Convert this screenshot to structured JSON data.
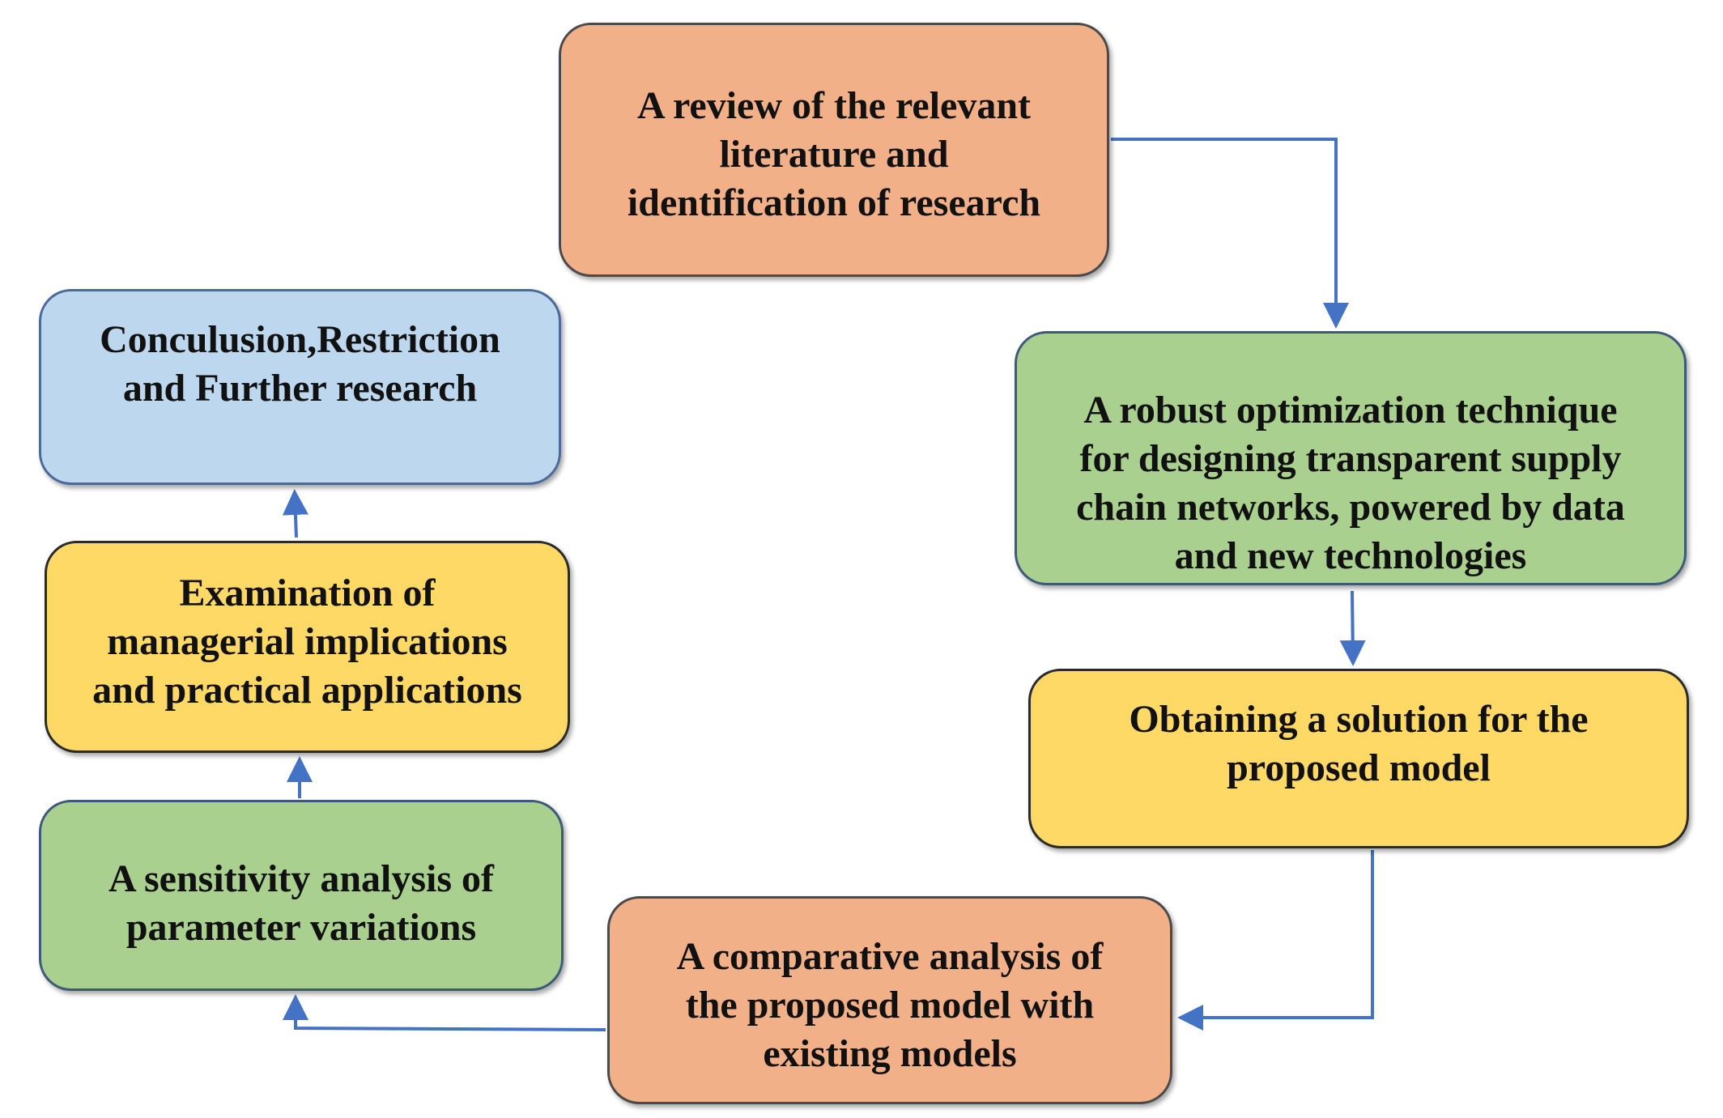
{
  "colors": {
    "orange": "#f2b088",
    "green": "#a9d08e",
    "yellow": "#ffd966",
    "blue": "#bdd7ee",
    "arrow": "#4472c4"
  },
  "steps": {
    "review": {
      "line1": "A review of the relevant",
      "line2": "literature and",
      "line3": "identification of research"
    },
    "robust": {
      "line1": "A robust optimization technique",
      "line2": "for designing transparent supply",
      "line3": "chain networks, powered by data",
      "line4": "and new technologies"
    },
    "obtain": {
      "line1": "Obtaining a solution for the",
      "line2": "proposed model"
    },
    "compare": {
      "line1": "A comparative analysis of",
      "line2": "the proposed model with",
      "line3": "existing models"
    },
    "sensitivity": {
      "line1": "A sensitivity analysis of",
      "line2": "parameter variations"
    },
    "examination": {
      "line1": "Examination of",
      "line2": "managerial implications",
      "line3": "and practical applications"
    },
    "conclusion": {
      "line1": "Conculusion,Restriction",
      "line2": "and Further research"
    }
  }
}
